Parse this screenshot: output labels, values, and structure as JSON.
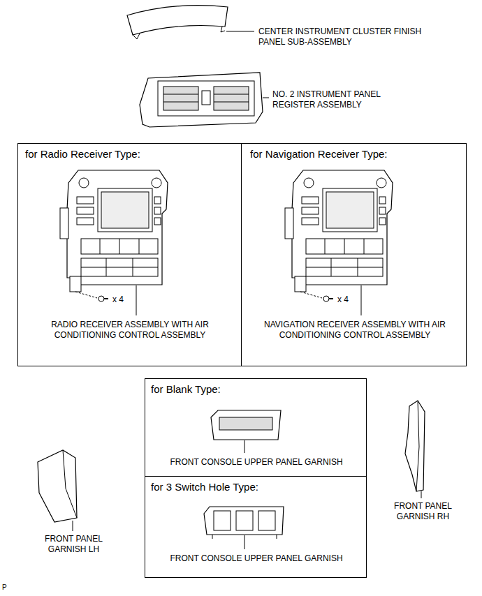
{
  "diagram": {
    "nodes": [
      {
        "text": [
          "for Radio Receiver Type:",
          "x 4",
          "RADIO RECEIVER ASSEMBLY WITH AIR CONDITIONING CONTROL ASSEMBLY"
        ]
      },
      {
        "text": [
          "for Navigation Receiver Type:",
          "x 4",
          "NAVIGATION RECEIVER ASSEMBLY WITH AIR CONDITIONING CONTROL ASSEMBLY"
        ]
      },
      {
        "text": [
          "for Blank Type:",
          "FRONT CONSOLE UPPER PANEL GARNISH"
        ]
      },
      {
        "text": [
          "for 3 Switch Hole Type:",
          "FRONT CONSOLE UPPER PANEL GARNISH"
        ]
      }
    ],
    "labels": [
      "CENTER INSTRUMENT CLUSTER FINISH PANEL SUB-ASSEMBLY",
      "NO. 2 INSTRUMENT PANEL REGISTER ASSEMBLY",
      "FRONT PANEL GARNISH LH",
      "FRONT PANEL GARNISH RH",
      "P"
    ]
  }
}
